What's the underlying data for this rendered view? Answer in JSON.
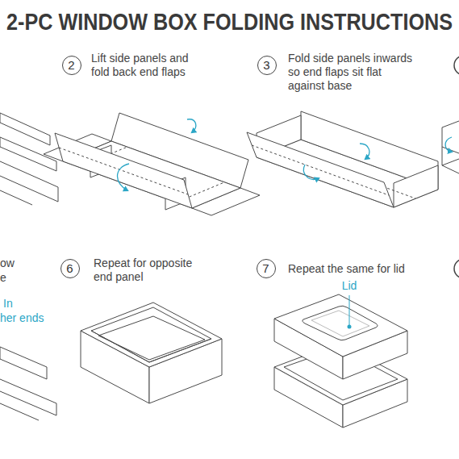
{
  "diagram": {
    "title": "2-PC WINDOW BOX FOLDING INSTRUCTIONS",
    "nodes": [
      {
        "text": [
          "2",
          "Lift side panels and fold back end flaps"
        ]
      },
      {
        "text": [
          "3",
          "Fold side panels inwards so end flaps sit flat against base"
        ]
      },
      {
        "text": [
          "6",
          "Repeat for opposite end panel"
        ]
      },
      {
        "text": [
          "7",
          "Repeat the same for lid"
        ]
      }
    ],
    "labels": [
      "ow",
      "e",
      "In",
      "her ends",
      "Lid"
    ]
  }
}
